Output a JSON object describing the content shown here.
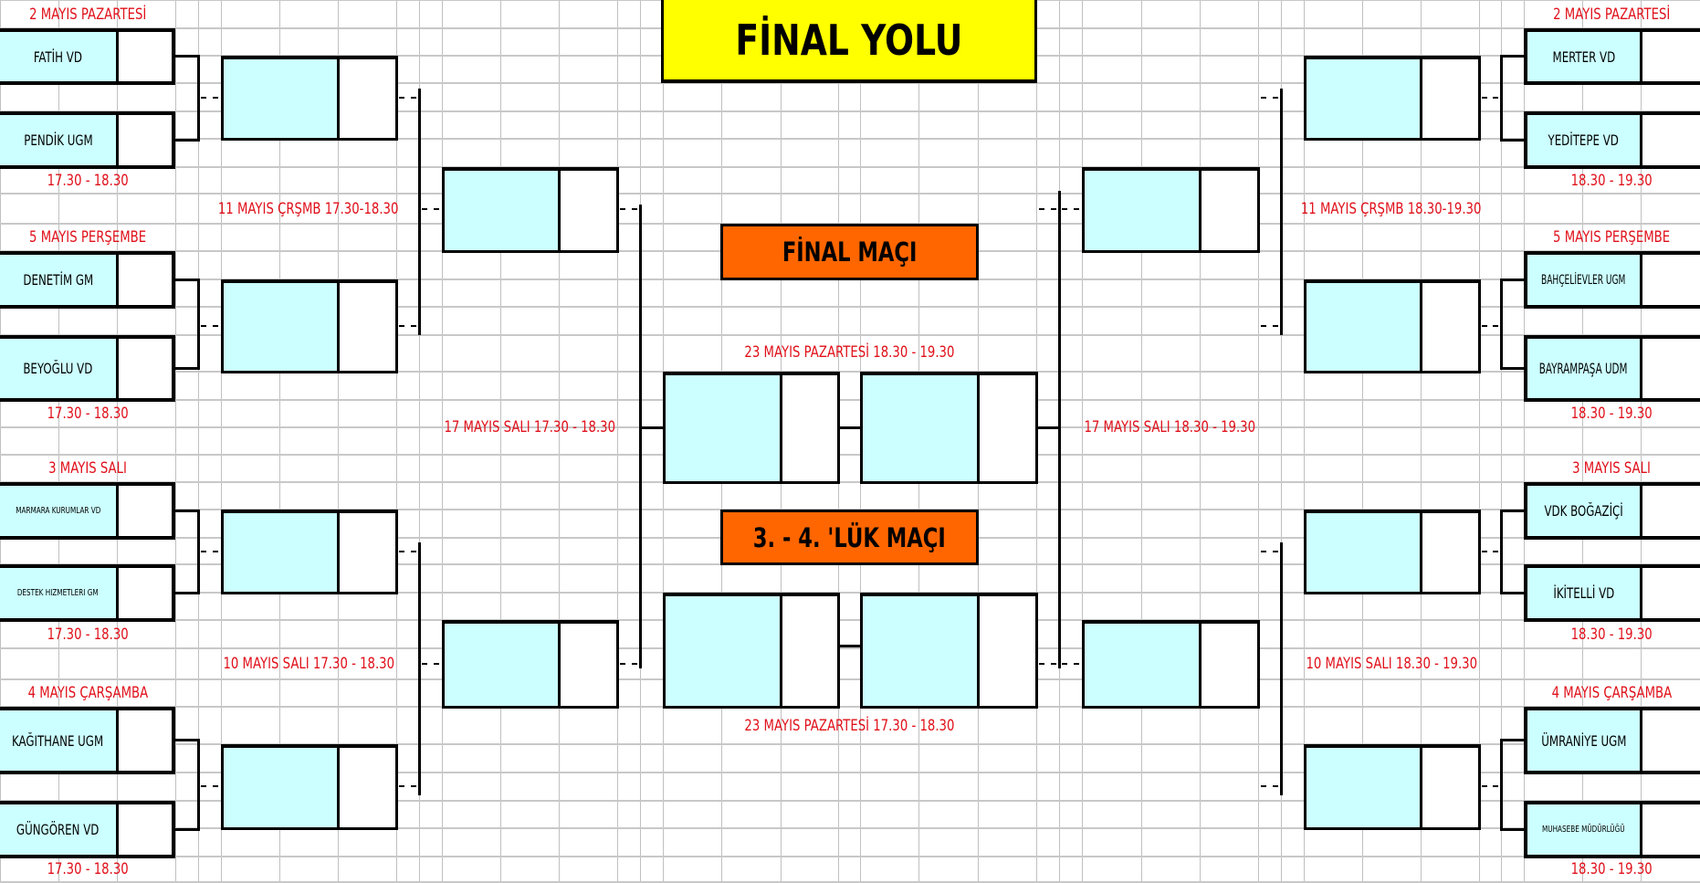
{
  "title": "FİNAL YOLU",
  "colors": {
    "team_cell": "#ccffff",
    "title_bg": "#ffff00",
    "header_bg": "#ff6600",
    "label_text": "#e0101a",
    "gridline": "#c0c0c0"
  },
  "left": {
    "groups": [
      {
        "date": "2 MAYIS PAZARTESİ",
        "teams": [
          "FATİH VD",
          "PENDİK UGM"
        ],
        "time": "17.30 - 18.30"
      },
      {
        "date": "5 MAYIS PERŞEMBE",
        "teams": [
          "DENETİM GM",
          "BEYOĞLU VD"
        ],
        "time": "17.30 - 18.30"
      },
      {
        "date": "3 MAYIS SALI",
        "teams": [
          "MARMARA KURUMLAR VD",
          "DESTEK HİZMETLERİ GM"
        ],
        "time": "17.30 - 18.30"
      },
      {
        "date": "4 MAYIS ÇARŞAMBA",
        "teams": [
          "KAĞITHANE UGM",
          "GÜNGÖREN VD"
        ],
        "time": "17.30 - 18.30"
      }
    ],
    "round2_labels": [
      "11 MAYIS ÇRŞMB 17.30-18.30",
      "10 MAYIS SALI 17.30 - 18.30"
    ],
    "semifinal_label": "17 MAYIS SALI 17.30 - 18.30"
  },
  "right": {
    "groups": [
      {
        "date": "2 MAYIS PAZARTESİ",
        "teams": [
          "MERTER VD",
          "YEDİTEPE VD"
        ],
        "time": "18.30 - 19.30"
      },
      {
        "date": "5 MAYIS PERŞEMBE",
        "teams": [
          "BAHÇELİEVLER UGM",
          "BAYRAMPAŞA UDM"
        ],
        "time": "18.30 - 19.30"
      },
      {
        "date": "3 MAYIS SALI",
        "teams": [
          "VDK BOĞAZİÇİ",
          "İKİTELLİ VD"
        ],
        "time": "18.30 - 19.30"
      },
      {
        "date": "4 MAYIS ÇARŞAMBA",
        "teams": [
          "ÜMRANİYE UGM",
          "MUHASEBE MÜDÜRLÜĞÜ"
        ],
        "time": "18.30 - 19.30"
      }
    ],
    "round2_labels": [
      "11 MAYIS ÇRŞMB 18.30-19.30",
      "10 MAYIS SALI 18.30 - 19.30"
    ],
    "semifinal_label": "17 MAYIS SALI 18.30 - 19.30"
  },
  "final": {
    "header": "FİNAL MAÇI",
    "schedule": "23 MAYIS PAZARTESİ 18.30 - 19.30"
  },
  "third_place": {
    "header": "3. - 4. 'LÜK MAÇI",
    "schedule": "23 MAYIS PAZARTESİ 17.30 - 18.30"
  }
}
